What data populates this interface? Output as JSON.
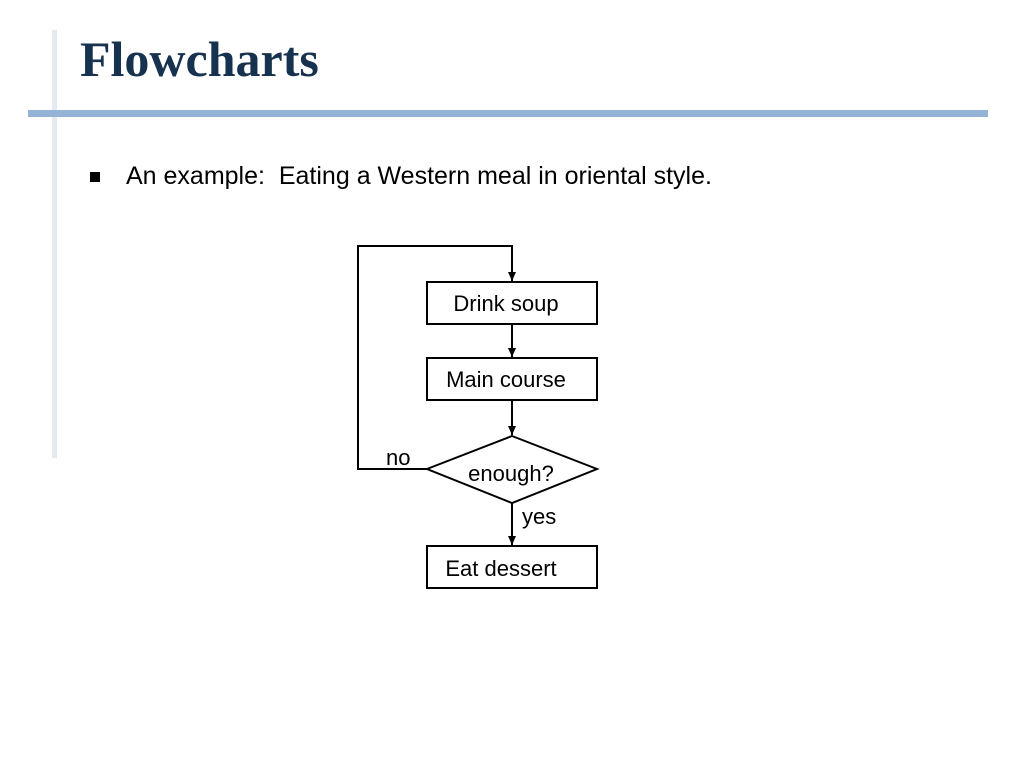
{
  "slide": {
    "title": "Flowcharts",
    "bullet": "An example:  Eating a Western meal in oriental style."
  },
  "flowchart": {
    "nodes": [
      {
        "id": "drink-soup",
        "shape": "process",
        "label": "Drink soup"
      },
      {
        "id": "main-course",
        "shape": "process",
        "label": "Main course"
      },
      {
        "id": "enough",
        "shape": "decision",
        "label": "enough?"
      },
      {
        "id": "eat-dessert",
        "shape": "process",
        "label": "Eat dessert"
      }
    ],
    "edges": [
      {
        "from": "drink-soup",
        "to": "main-course",
        "label": ""
      },
      {
        "from": "main-course",
        "to": "enough",
        "label": ""
      },
      {
        "from": "enough",
        "to": "drink-soup",
        "label": "no"
      },
      {
        "from": "enough",
        "to": "eat-dessert",
        "label": "yes"
      }
    ]
  },
  "colors": {
    "title": "#16324f",
    "title_rule": "#95b3d7",
    "left_rule": "#e4eaf2"
  }
}
